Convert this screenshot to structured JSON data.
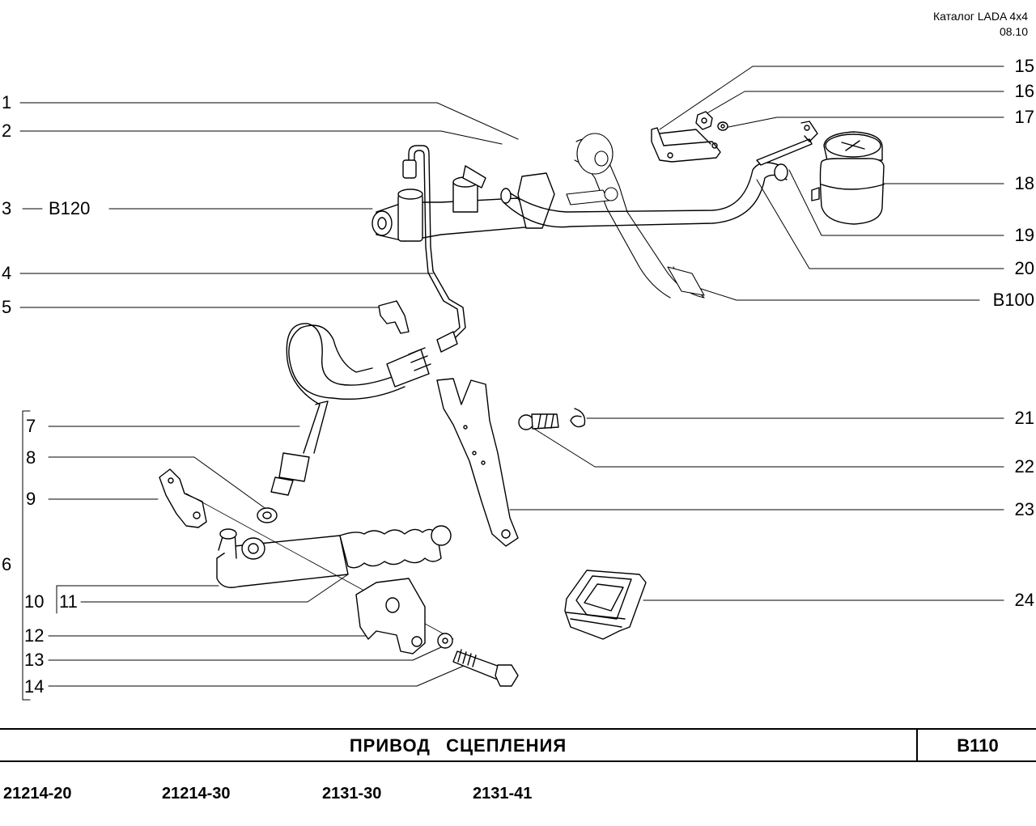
{
  "header": {
    "catalog": "Каталог  LADA  4x4",
    "date": "08.10"
  },
  "callouts_left": [
    "1",
    "2",
    "3",
    "4",
    "5",
    "6",
    "7",
    "8",
    "9",
    "10",
    "11",
    "12",
    "13",
    "14"
  ],
  "callouts_right": [
    "15",
    "16",
    "17",
    "18",
    "19",
    "20",
    "B100",
    "21",
    "22",
    "23",
    "24"
  ],
  "refs": {
    "b120": "B120"
  },
  "title": "ПРИВОД   СЦЕПЛЕНИЯ",
  "code": "B110",
  "models": [
    "21214-20",
    "21214-30",
    "2131-30",
    "2131-41"
  ]
}
